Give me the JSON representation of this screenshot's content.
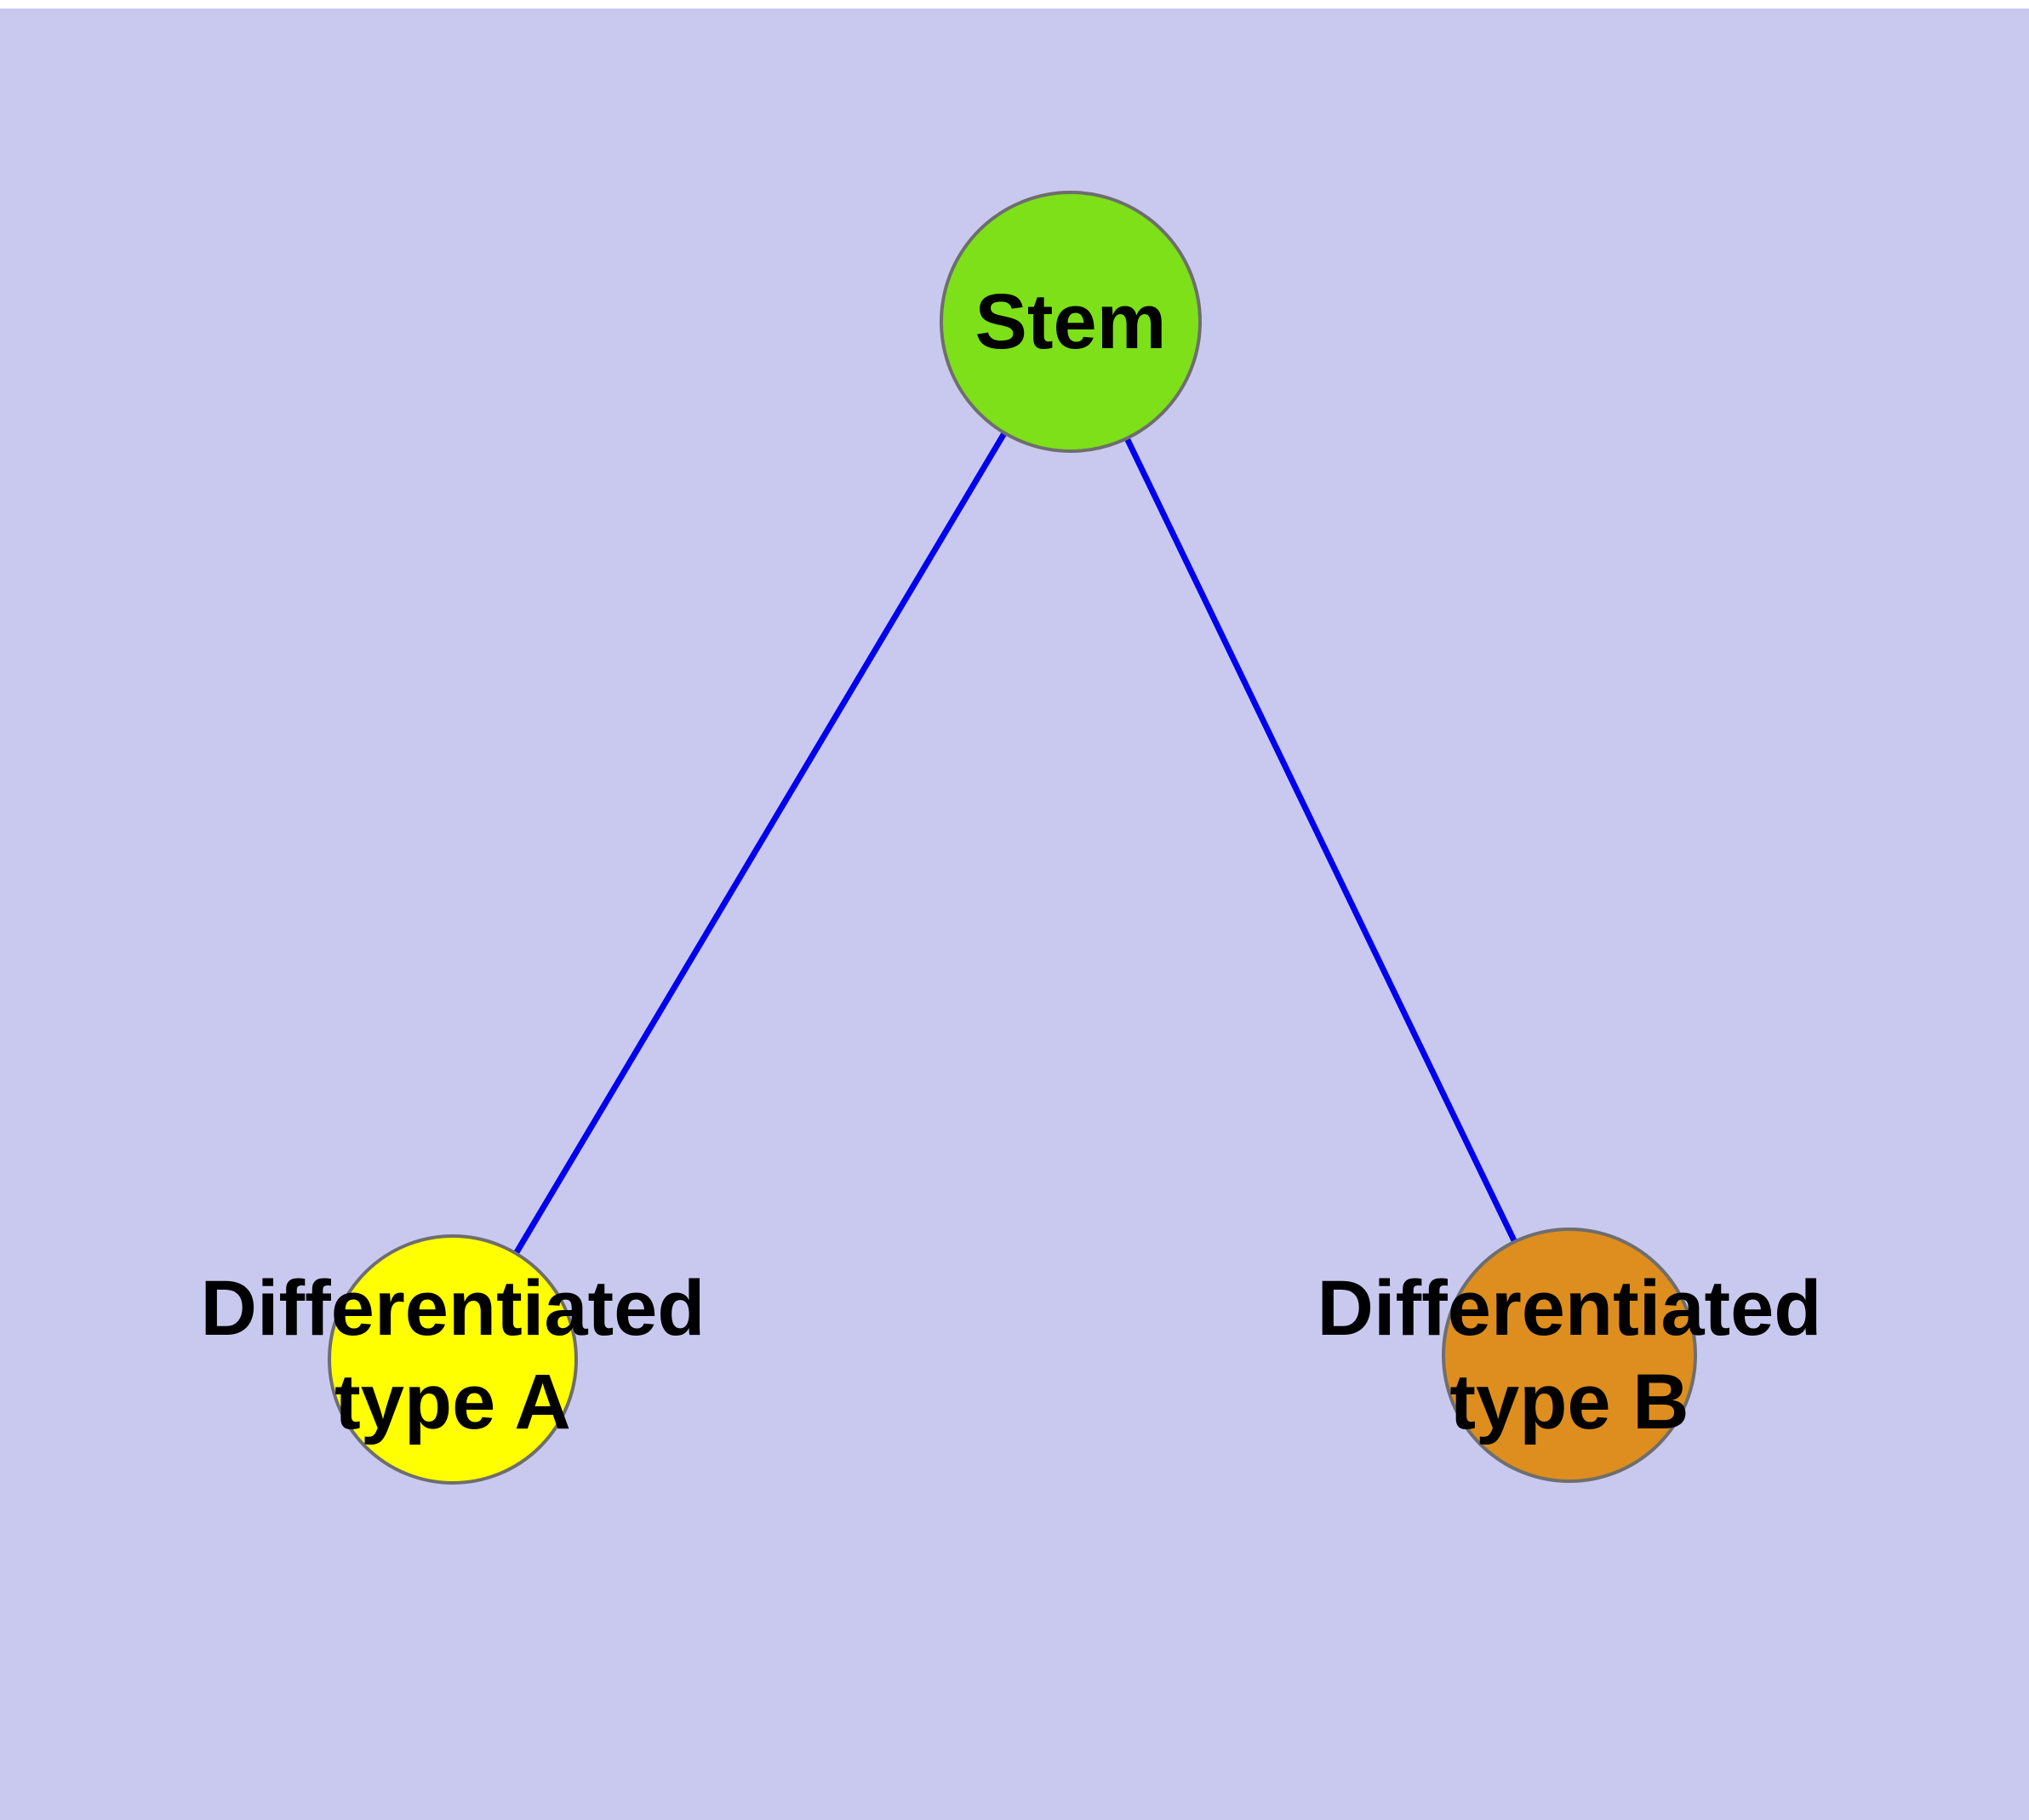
{
  "background_color": "#c9c9f0",
  "text_color": "#000000",
  "nodes": {
    "stem": {
      "label_lines": [
        "Stem"
      ],
      "color": "#7de019",
      "border_color": "#6e6e6e"
    },
    "type_a": {
      "label_lines": [
        "Differentiated",
        "type A"
      ],
      "color": "#ffff00",
      "border_color": "#6e6e6e"
    },
    "type_b": {
      "label_lines": [
        "Differentiated",
        "type B"
      ],
      "color": "#dd8e1e",
      "border_color": "#6e6e6e"
    }
  },
  "edges": {
    "color": "#0000ee",
    "items": [
      {
        "from": "stem",
        "to": "type_a"
      },
      {
        "from": "stem",
        "to": "type_b"
      }
    ]
  }
}
